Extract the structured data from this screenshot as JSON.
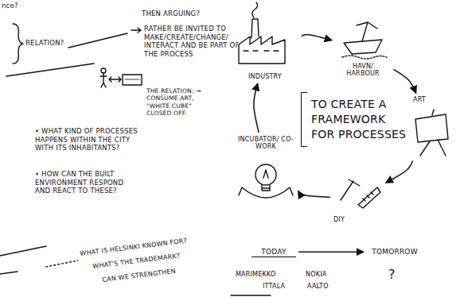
{
  "diagram": {
    "nodes": [
      {
        "text": [
          "INDUSTRY"
        ]
      },
      {
        "text": [
          "HAVN/ HARBOUR"
        ]
      },
      {
        "text": [
          "INCUBATOR/ CO-WORK"
        ]
      },
      {
        "text": [
          "TO CREATE A FRAMEWORK FOR PROCESSES"
        ]
      },
      {
        "text": [
          "ART"
        ]
      },
      {
        "text": [
          "DIY"
        ]
      },
      {
        "text": [
          "TODAY"
        ]
      },
      {
        "text": [
          "TOMORROW"
        ]
      }
    ],
    "edges": [
      {
        "from": 0,
        "to": 1,
        "arrow": "to"
      },
      {
        "from": 1,
        "to": 4,
        "arrow": "to"
      },
      {
        "from": 4,
        "to": 5,
        "arrow": "to"
      },
      {
        "from": 5,
        "to": 2,
        "arrow": "to"
      },
      {
        "from": 2,
        "to": 0,
        "arrow": "to"
      },
      {
        "from": 6,
        "to": 7,
        "arrow": "to"
      }
    ],
    "labels": [
      "nce?",
      "THEN ARGUING?",
      "RELATION?",
      "RATHER BE INVITED TO MAKE/CREATE/CHANGE/ INTERACT AND BE PART OF THE PROCESS",
      "THE RELATION: → CONSUME ART, \"WHITE CUBE\" CLOSED OFF.",
      "• WHAT KIND OF PROCESSES HAPPENS WITHIN THE CITY WITH ITS INHABITANTS?",
      "• HOW CAN THE BUILT ENVIRONMENT RESPOND AND REACT TO THESE?",
      "WHAT IS HELSINKI KNOWN FOR?",
      "WHAT'S THE TRADEMARK?",
      "CAN WE STRENGTHEN",
      "MARIMEKKO",
      "NOKIA",
      "ITTALA",
      "AALTO",
      "?"
    ]
  }
}
